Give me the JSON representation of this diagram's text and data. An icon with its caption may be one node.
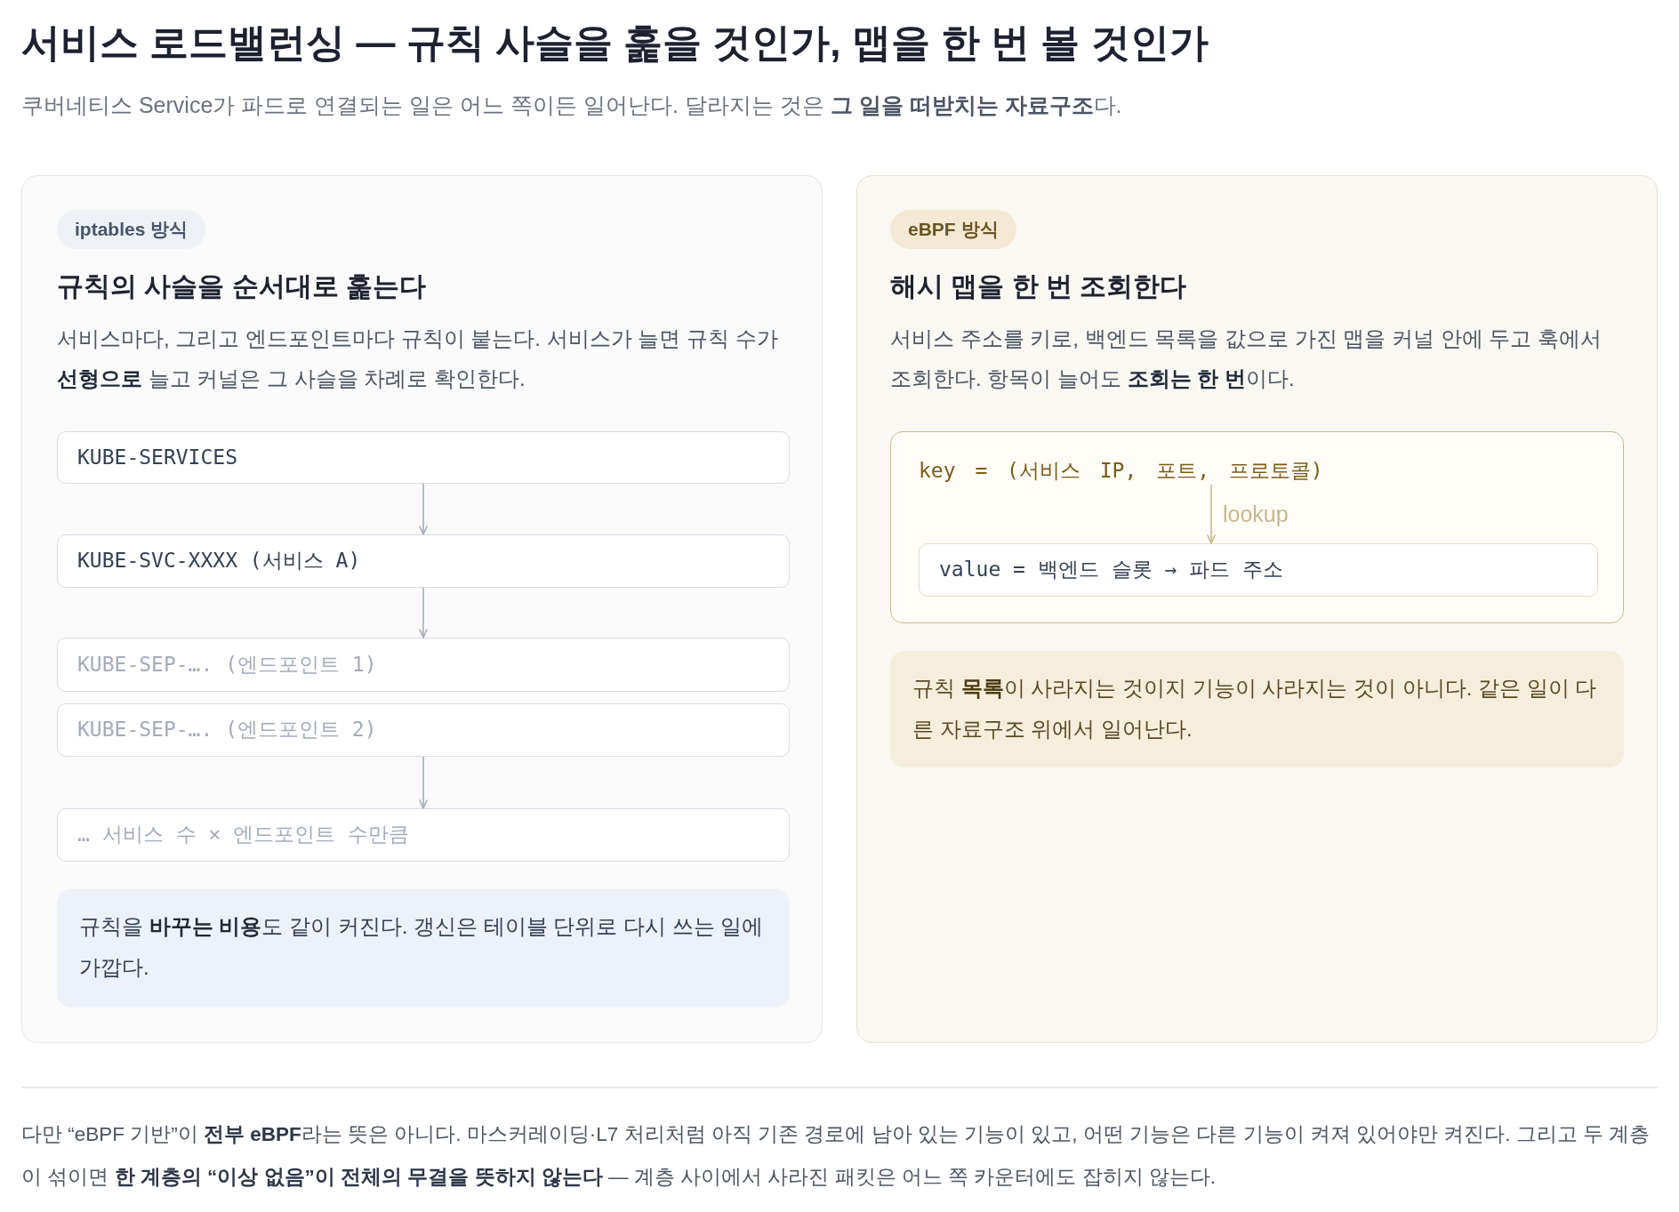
{
  "diagram": {
    "title": "서비스 로드밸런싱 — 규칙 사슬을 훑을 것인가, 맵을 한 번 볼 것인가",
    "nodes": [
      {
        "text": [
          "규칙의 사슬을 순서대로 훑는다",
          "서비스마다, 그리고 엔드포인트마다 규칙이 붙는다. 서비스가 늘면 규칙 수가 **선형으로** 늘고 커널은 그 사슬을 차례로 확인한다."
        ]
      },
      {
        "text": [
          "iptables 방식"
        ],
        "in": 0
      },
      {
        "text": [
          "KUBE-SERVICES"
        ],
        "in": 0
      },
      {
        "text": [
          "KUBE-SVC-XXXX (서비스 A)"
        ],
        "in": 0
      },
      {
        "text": [
          "KUBE-SEP-…. (엔드포인트 1)"
        ],
        "in": 0
      },
      {
        "text": [
          "KUBE-SEP-…. (엔드포인트 2)"
        ],
        "in": 0
      },
      {
        "text": [
          "… 서비스 수 × 엔드포인트 수만큼"
        ],
        "in": 0
      },
      {
        "text": [
          "규칙을 **바꾸는 비용**도 같이 커진다. 갱신은 테이블 단위로 다시 쓰는 일에 가깝다."
        ],
        "in": 0
      },
      {
        "text": [
          "해시 맵을 한 번 조회한다",
          "서비스 주소를 키로, 백엔드 목록을 값으로 가진 맵을 커널 안에 두고 훅에서 조회한다. 항목이 늘어도 **조회는 한 번**이다."
        ]
      },
      {
        "text": [
          "eBPF 방식"
        ],
        "in": 8
      },
      {
        "text": [],
        "shape": "box",
        "in": 8
      },
      {
        "text": [
          "key = (서비스 IP, 포트, 프로토콜)"
        ],
        "in": 10
      },
      {
        "text": [
          "value = 백엔드 슬롯 → 파드 주소"
        ],
        "in": 10
      },
      {
        "text": [
          "규칙 **목록**이 사라지는 것이지 기능이 사라지는 것이 아니다. 같은 일이 다른 자료구조 위에서 일어난다."
        ],
        "in": 8
      }
    ],
    "edges": [
      {
        "from": 2,
        "to": 3,
        "arrow": "to"
      },
      {
        "from": 3,
        "to": 4,
        "arrow": "to"
      },
      {
        "from": 5,
        "to": 6,
        "arrow": "to"
      },
      {
        "from": 11,
        "to": 12,
        "arrow": "to",
        "label": "lookup",
        "color": "#c9b68a"
      }
    ],
    "labels": [
      "쿠버네티스 Service가 파드로 연결되는 일은 어느 쪽이든 일어난다. 달라지는 것은 **그 일을 떠받치는 자료구조**다.",
      "다만 “eBPF 기반”이 **전부 eBPF**라는 뜻은 아니다. 마스커레이딩·L7 처리처럼 아직 기존 경로에 남아 있는 기능이 있고, 어떤 기능은 다른 기능이 켜져 있어야만 켜진다. 그리고 두 계층이 섞이면 **한 계층의 “이상 없음”이 전체의 무결을 뜻하지 않는다** — 계층 사이에서 사라진 패킷은 어느 쪽 카운터에도 잡히지 않는다."
    ]
  }
}
